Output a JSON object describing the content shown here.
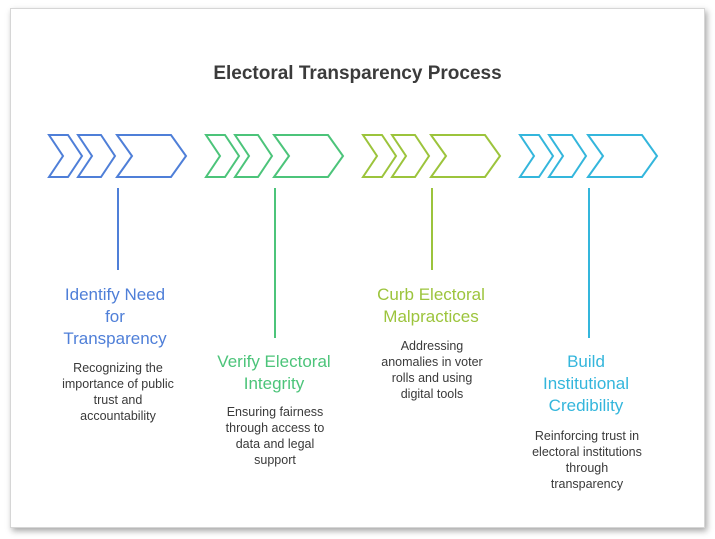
{
  "title": "Electoral Transparency Process",
  "colors": {
    "step1": "#4f7fd8",
    "step2": "#4cc47a",
    "step3": "#9cc43c",
    "step4": "#34b6dc"
  },
  "steps": [
    {
      "heading": [
        "Identify Need",
        "for",
        "Transparency"
      ],
      "description": [
        "Recognizing the",
        "importance of public",
        "trust and",
        "accountability"
      ]
    },
    {
      "heading": [
        "Verify Electoral",
        "Integrity"
      ],
      "description": [
        "Ensuring fairness",
        "through access to",
        "data and legal",
        "support"
      ]
    },
    {
      "heading": [
        "Curb Electoral",
        "Malpractices"
      ],
      "description": [
        "Addressing",
        "anomalies in voter",
        "rolls and using",
        "digital tools"
      ]
    },
    {
      "heading": [
        "Build",
        "Institutional",
        "Credibility"
      ],
      "description": [
        "Reinforcing trust in",
        "electoral institutions",
        "through",
        "transparency"
      ]
    }
  ]
}
